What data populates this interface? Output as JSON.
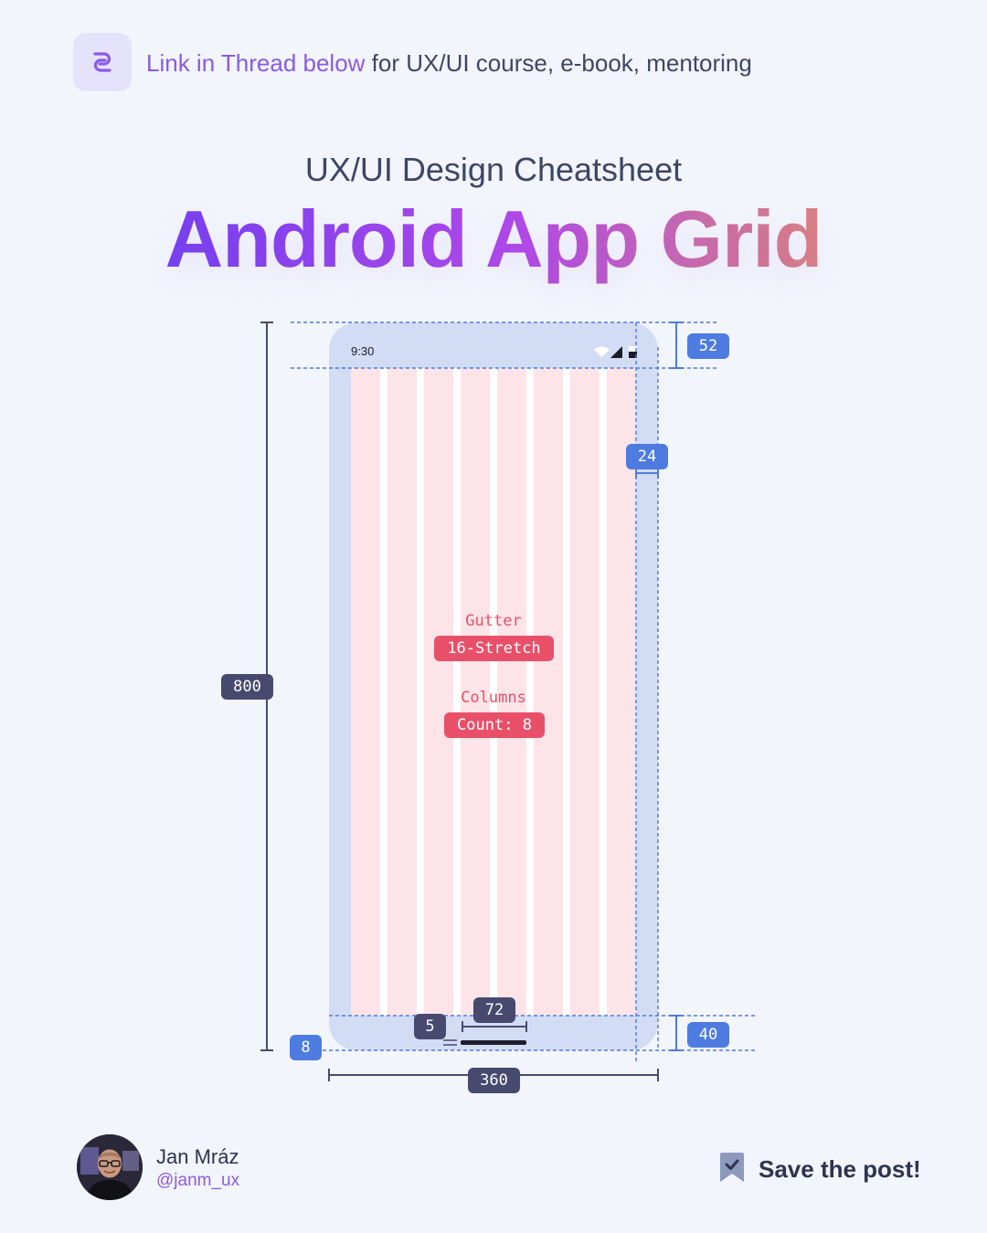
{
  "header": {
    "link_accent": "Link in Thread below",
    "link_rest": " for UX/UI course, e-book, mentoring",
    "icon": "link-icon"
  },
  "subtitle": "UX/UI Design Cheatsheet",
  "title": "Android App Grid",
  "phone": {
    "status_time": "9:30",
    "status_icons": [
      "wifi-icon",
      "signal-icon",
      "battery-icon"
    ]
  },
  "grid": {
    "gutter_label": "Gutter",
    "gutter_value": "16-Stretch",
    "columns_label": "Columns",
    "columns_value": "Count: 8",
    "column_count": 8
  },
  "measurements": {
    "height": "800",
    "width": "360",
    "status_bar": "52",
    "side_margin": "24",
    "nav_bar": "40",
    "nav_handle_width": "72",
    "nav_handle_height": "5",
    "bottom_inset": "8"
  },
  "footer": {
    "author_name": "Jan Mráz",
    "author_handle": "@janm_ux",
    "save_label": "Save the post!",
    "save_icon": "bookmark-check-icon"
  },
  "colors": {
    "accent_purple": "#8a5ae6",
    "dimension_dark": "#474a6e",
    "dimension_blue": "#4d7be0",
    "grid_red": "#e8506a",
    "margin_blue": "#d3dcf5",
    "column_pink": "#fde4e8"
  }
}
